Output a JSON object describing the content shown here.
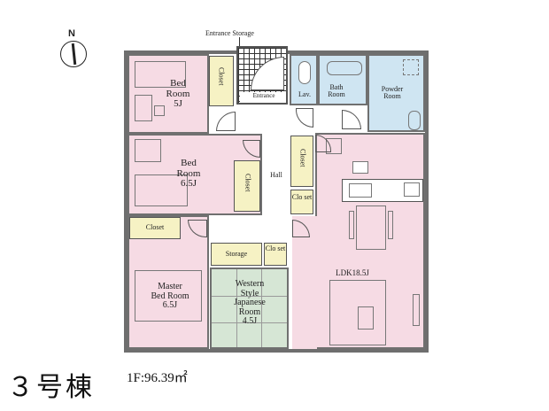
{
  "compass": {
    "label": "N",
    "icon": "north-arrow-icon"
  },
  "building": {
    "name": "３号棟",
    "floor_area": "1F:96.39㎡"
  },
  "labels": {
    "entrance_storage": "Entrance Storage",
    "entrance": "Entrance"
  },
  "rooms": {
    "bedroom_5j": {
      "line1": "Bed",
      "line2": "Room",
      "line3": "5J"
    },
    "bedroom_65j": {
      "line1": "Bed",
      "line2": "Room",
      "line3": "6.5J"
    },
    "master_bedroom": {
      "line1": "Master",
      "line2": "Bed Room",
      "line3": "6.5J"
    },
    "western_japanese": {
      "line1": "Western",
      "line2": "Style",
      "line3": "Japanese",
      "line4": "Room",
      "line5": "4.5J"
    },
    "ldk": {
      "label": "LDK18.5J"
    },
    "hall": {
      "label": "Hall"
    },
    "lav": {
      "label": "Lav."
    },
    "bath": {
      "line1": "Bath",
      "line2": "Room"
    },
    "powder": {
      "line1": "Powder",
      "line2": "Room"
    },
    "storage": {
      "label": "Storage"
    }
  },
  "closets": {
    "c1": "Closet",
    "c2": "Closet",
    "c3": "Closet",
    "c4": "Clo set",
    "c5": "Closet",
    "c6": "Clo set"
  },
  "colors": {
    "bedroom": "#f6dbe4",
    "wet_area": "#cfe5f2",
    "closet": "#f6f2c4",
    "tatami": "#d6e6d5",
    "wall": "#6e6e6e"
  }
}
